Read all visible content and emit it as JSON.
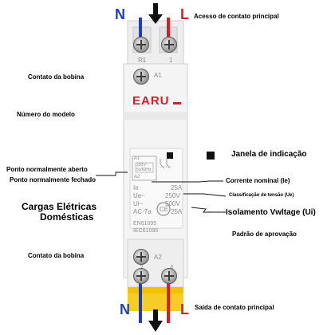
{
  "terminals_top": {
    "n": "N",
    "l": "L",
    "r1": "R1",
    "one": "1",
    "a1": "A1"
  },
  "terminals_bottom": {
    "n": "N",
    "l": "L",
    "two": "2",
    "four": "4",
    "a2": "A2"
  },
  "brand": "EARU",
  "labels": {
    "main_contact_input": "Acesso de contato principal",
    "coil_contact_top": "Contato da bobina",
    "model_number": "Número do modelo",
    "indicator_window": "Janela de indicação",
    "normally_open": "Ponto normalmente aberto",
    "normally_closed": "Ponto normalmente fechado",
    "rated_current": "Corrente nominal (Ie)",
    "voltage_rating": "Classificação de tensão (Ue)",
    "household_loads_line1": "Cargas Elétricas",
    "household_loads_line2": "Domésticas",
    "insulation_voltage": "Isolamento Vwltage (Ui)",
    "approval_standard": "Padrão de aprovação",
    "coil_contact_bottom": "Contato da bobina",
    "main_contact_output": "Saída de contato principal"
  },
  "device_specs": {
    "schematic_a1": "A1",
    "schematic_a2": "A2",
    "schematic_v1": "230V~",
    "schematic_v2": "5c/60Hz",
    "ie_label": "Ie",
    "ue_label": "Ue~",
    "ui_label": "Ui~",
    "ac_label": "AC-7a",
    "ie_value": "25A",
    "ue_value": "250V",
    "ui_value": "500V",
    "ac_value": "25A",
    "standard_1": "EN61095",
    "standard_2": "IEC61095",
    "ce_mark": "CE"
  },
  "colors": {
    "neutral_wire": "#1d3fbf",
    "live_wire": "#d81e1e",
    "brand_red": "#d0202a",
    "base_yellow": "#f2c200"
  }
}
